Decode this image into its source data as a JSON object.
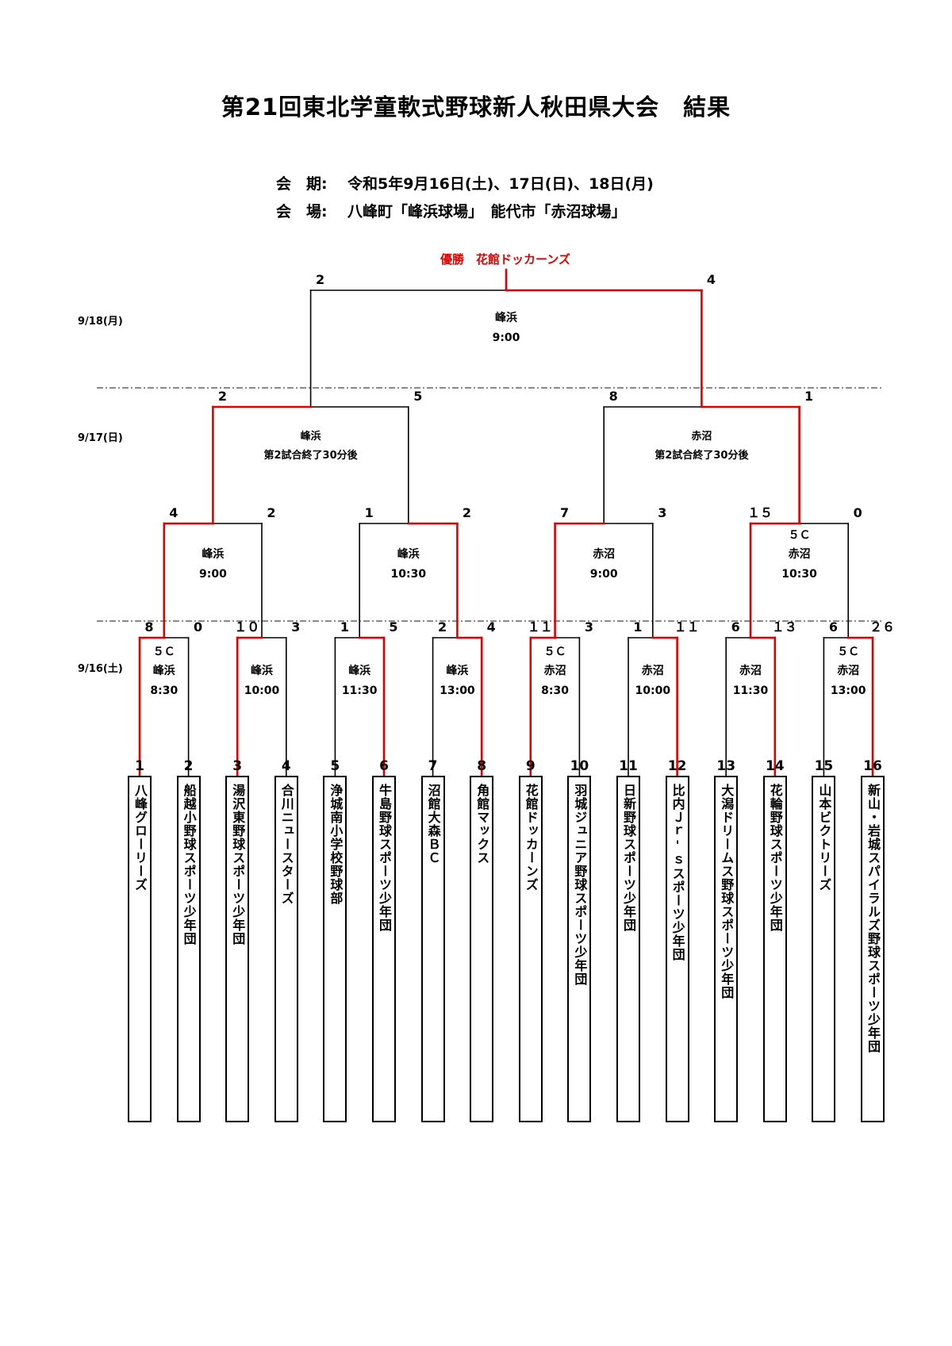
{
  "title": "第21回東北学童軟式野球新人秋田県大会　結果",
  "info": {
    "period_label": "会　期:",
    "period_value": "令和5年9月16日(土)、17日(日)、18日(月)",
    "venue_label": "会　場:",
    "venue_value": "八峰町「峰浜球場」　能代市「赤沼球場」"
  },
  "champion": "優勝　花館ドッカーンズ",
  "dates": {
    "round1": "9/16(土)",
    "round2": "9/17(日)",
    "final": "9/18(月)"
  },
  "colors": {
    "winner": "#e00000",
    "line": "#000000",
    "divider": "#444444"
  },
  "teams": [
    {
      "num": "1",
      "name": "八峰グローリーズ"
    },
    {
      "num": "2",
      "name": "船越小野球スポーツ少年団"
    },
    {
      "num": "3",
      "name": "湯沢東野球スポーツ少年団"
    },
    {
      "num": "4",
      "name": "合川ニュースターズ"
    },
    {
      "num": "5",
      "name": "浄城南小学校野球部"
    },
    {
      "num": "6",
      "name": "牛島野球スポーツ少年団"
    },
    {
      "num": "7",
      "name": "沼館大森ＢＣ"
    },
    {
      "num": "8",
      "name": "角館マックス"
    },
    {
      "num": "9",
      "name": "花館ドッカーンズ"
    },
    {
      "num": "10",
      "name": "羽城ジュニア野球スポーツ少年団"
    },
    {
      "num": "11",
      "name": "日新野球スポーツ少年団"
    },
    {
      "num": "12",
      "name": "比内Ｊｒ'ｓスポーツ少年団"
    },
    {
      "num": "13",
      "name": "大潟ドリームス野球スポーツ少年団"
    },
    {
      "num": "14",
      "name": "花輪野球スポーツ少年団"
    },
    {
      "num": "15",
      "name": "山本ビクトリーズ"
    },
    {
      "num": "16",
      "name": "新山・岩城スパイラルズ野球スポーツ少年団"
    }
  ],
  "round1": [
    {
      "left": "8",
      "right": "0",
      "winner": "left",
      "venue": "峰浜",
      "time": "8:30",
      "note": "５Ｃ"
    },
    {
      "left": "１０",
      "right": "3",
      "winner": "left",
      "venue": "峰浜",
      "time": "10:00",
      "note": ""
    },
    {
      "left": "1",
      "right": "5",
      "winner": "right",
      "venue": "峰浜",
      "time": "11:30",
      "note": ""
    },
    {
      "left": "2",
      "right": "4",
      "winner": "right",
      "venue": "峰浜",
      "time": "13:00",
      "note": ""
    },
    {
      "left": "１１",
      "right": "3",
      "winner": "left",
      "venue": "赤沼",
      "time": "8:30",
      "note": "５Ｃ"
    },
    {
      "left": "1",
      "right": "１１",
      "winner": "right",
      "venue": "赤沼",
      "time": "10:00",
      "note": ""
    },
    {
      "left": "6",
      "right": "１３",
      "winner": "right",
      "venue": "赤沼",
      "time": "11:30",
      "note": ""
    },
    {
      "left": "6",
      "right": "２６",
      "winner": "right",
      "venue": "赤沼",
      "time": "13:00",
      "note": "５Ｃ"
    }
  ],
  "round2": [
    {
      "left": "4",
      "right": "2",
      "winner": "left",
      "venue": "峰浜",
      "time": "9:00",
      "note": ""
    },
    {
      "left": "1",
      "right": "2",
      "winner": "right",
      "venue": "峰浜",
      "time": "10:30",
      "note": ""
    },
    {
      "left": "7",
      "right": "3",
      "winner": "left",
      "venue": "赤沼",
      "time": "9:00",
      "note": ""
    },
    {
      "left": "１５",
      "right": "0",
      "winner": "left",
      "venue": "赤沼",
      "time": "10:30",
      "note": "５Ｃ"
    }
  ],
  "semifinal": [
    {
      "left": "2",
      "right": "5",
      "winner": "left",
      "venue": "峰浜",
      "time": "第2試合終了30分後",
      "note": ""
    },
    {
      "left": "8",
      "right": "1",
      "winner": "right",
      "venue": "赤沼",
      "time": "第2試合終了30分後",
      "note": ""
    }
  ],
  "final": [
    {
      "left": "2",
      "right": "4",
      "winner": "right",
      "venue": "峰浜",
      "time": "9:00",
      "note": ""
    }
  ]
}
